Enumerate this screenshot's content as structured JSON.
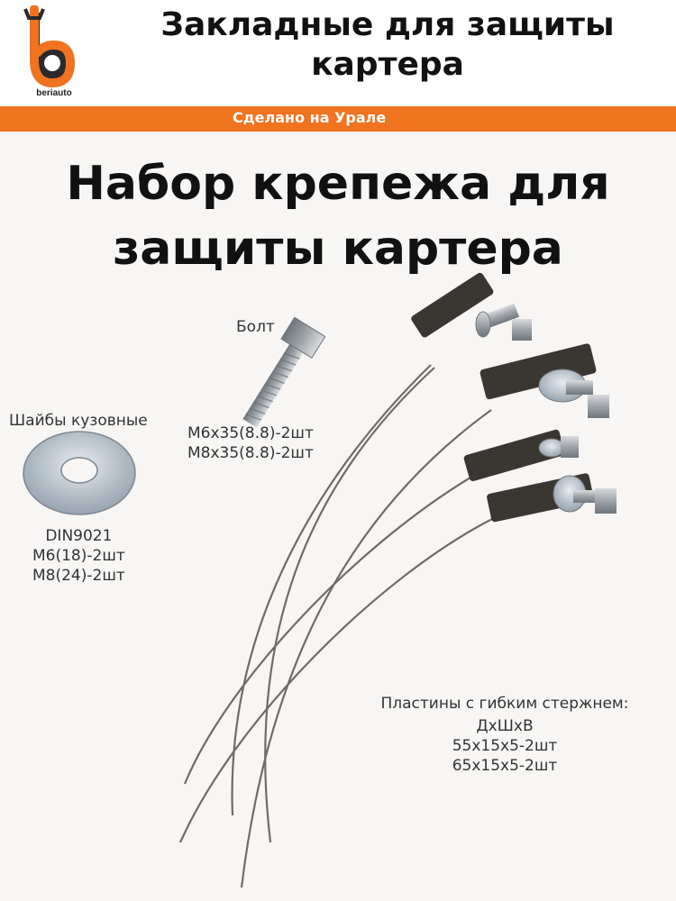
{
  "brand": {
    "logo_text": "beriauto",
    "accent_color": "#f0731f"
  },
  "header": {
    "title_line1": "Закладные для защиты",
    "title_line2": "картера"
  },
  "band": {
    "text": "Сделано на Урале"
  },
  "main_title": {
    "line1": "Набор крепежа для",
    "line2": "защиты картера"
  },
  "bolt": {
    "label": "Болт",
    "spec_line1": "М6х35(8.8)-2шт",
    "spec_line2": "М8х35(8.8)-2шт"
  },
  "washer": {
    "label": "Шайбы кузовные",
    "spec_line1": "DIN9021",
    "spec_line2": "М6(18)-2шт",
    "spec_line3": "М8(24)-2шт"
  },
  "plates": {
    "label": "Пластины с гибким стержнем:",
    "spec_line1": "ДхШхВ",
    "spec_line2": "55х15х5-2шт",
    "spec_line3": "65х15х5-2шт"
  }
}
